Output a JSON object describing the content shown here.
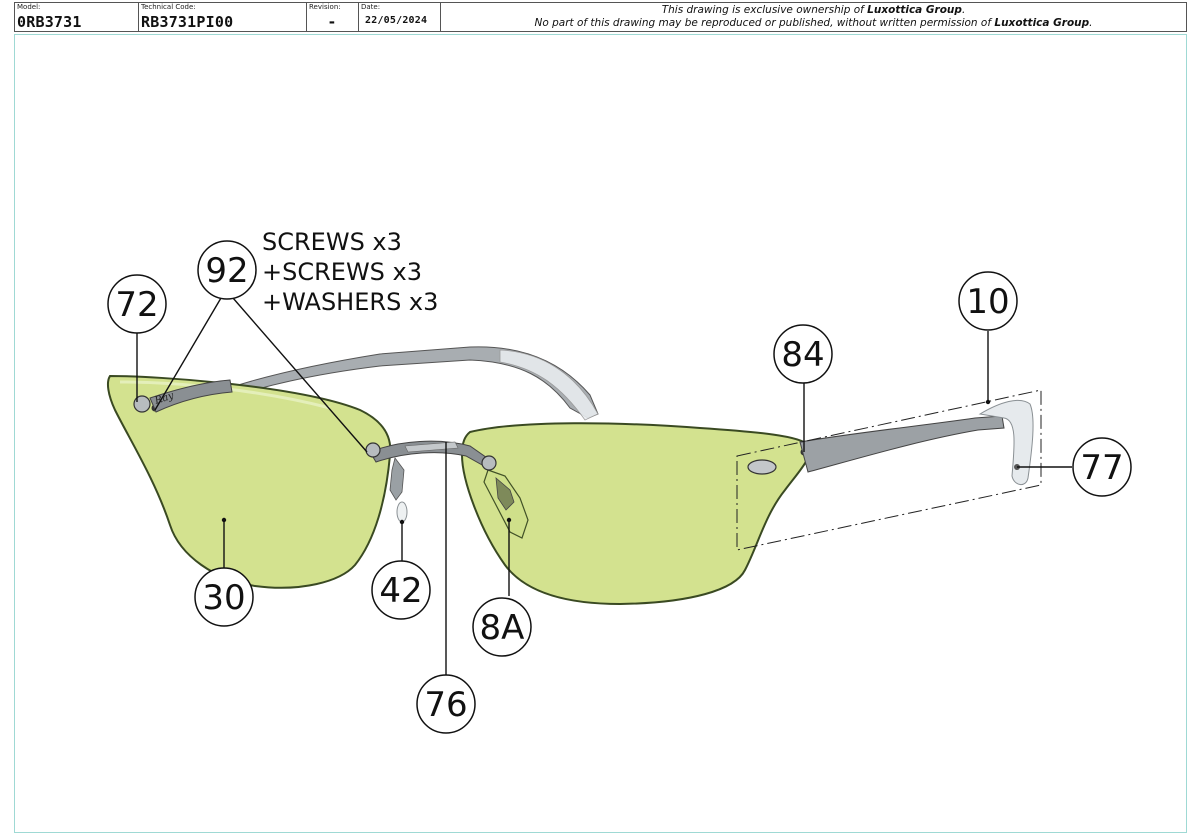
{
  "header": {
    "model_label": "Model:",
    "model_value": "0RB3731",
    "tech_label": "Technical Code:",
    "tech_value": "RB3731PI00",
    "revision_label": "Revision:",
    "revision_value": "-",
    "date_label": "Date:",
    "date_value": "22/05/2024",
    "notice_line1_a": "This drawing is exclusive ownership of ",
    "notice_owner": "Luxottica Group",
    "notice_line1_b": ".",
    "notice_line2_a": "No part of this drawing may be reproduced or published, without written permission of ",
    "notice_line2_b": "."
  },
  "callouts": {
    "c72": "72",
    "c92": "92",
    "c30": "30",
    "c42": "42",
    "c76": "76",
    "c8a": "8A",
    "c84": "84",
    "c10": "10",
    "c77": "77"
  },
  "notes": {
    "line1": "SCREWS x3",
    "line2": "+SCREWS x3",
    "line3": "+WASHERS x3"
  },
  "colors": {
    "lens": "#d3e28f",
    "lens_edge": "#3a4a22",
    "metal": "#8a8f93"
  }
}
